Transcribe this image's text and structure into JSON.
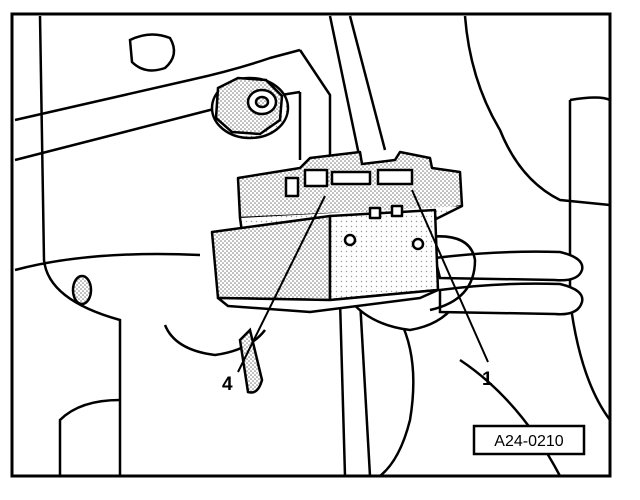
{
  "figure": {
    "id_label": "A24-0210",
    "colors": {
      "ink": "#000000",
      "shade": "#c8c8c8",
      "paper": "#ffffff"
    }
  },
  "callouts": [
    {
      "number": "4"
    },
    {
      "number": "1"
    }
  ]
}
